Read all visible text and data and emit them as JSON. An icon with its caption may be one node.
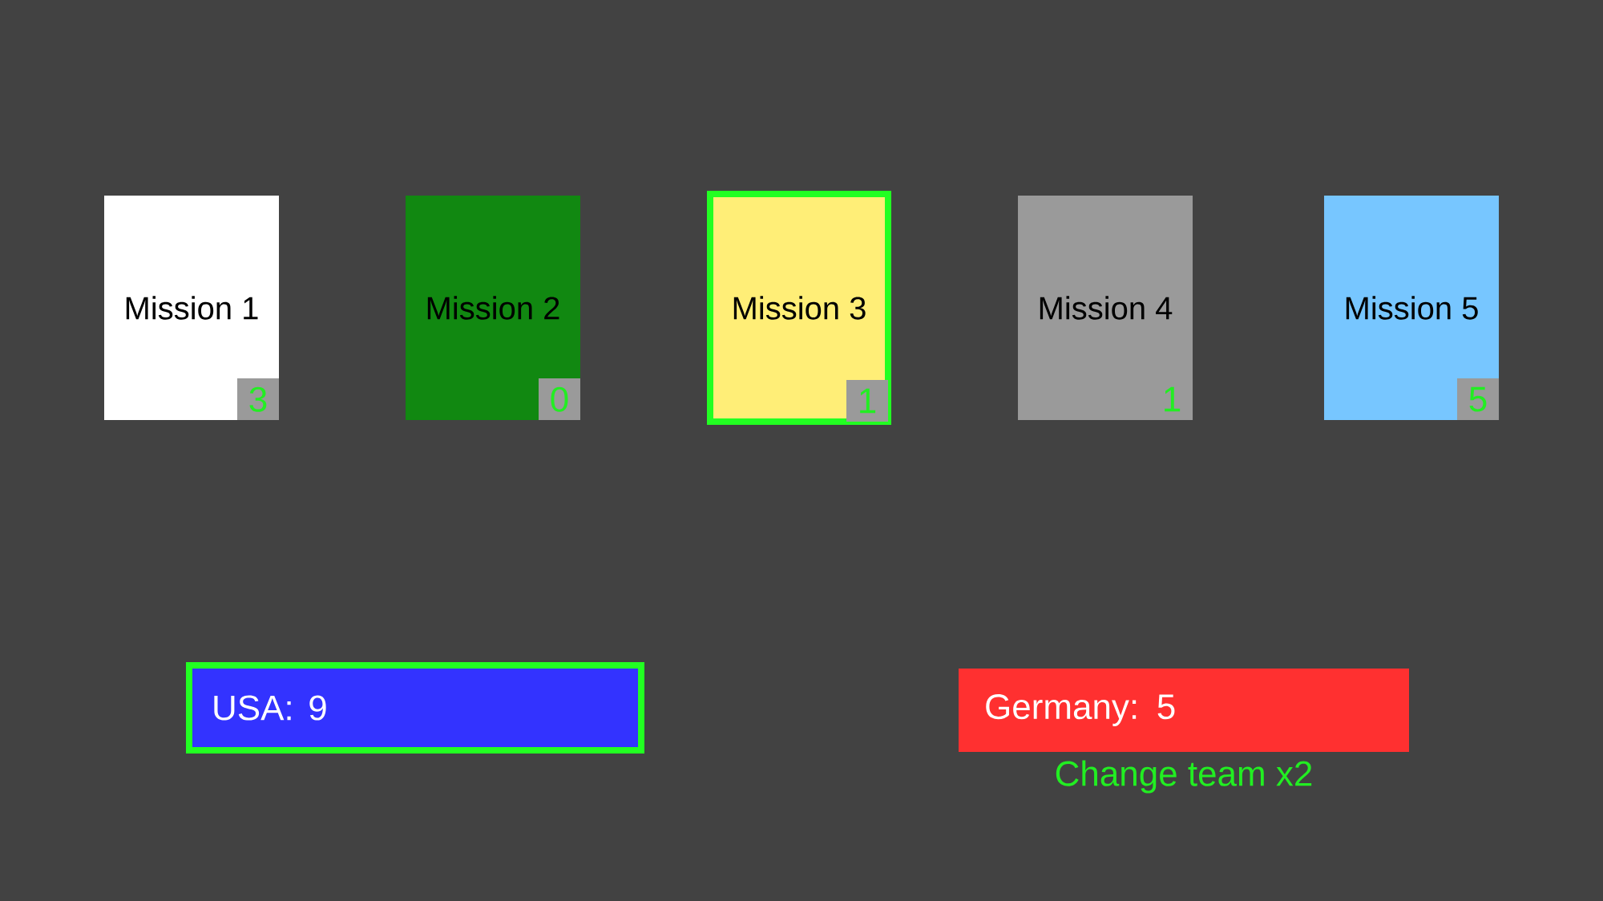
{
  "diagram": {
    "nodes": [
      {
        "text": [
          "Mission 1"
        ]
      },
      {
        "text": [
          "3"
        ],
        "in": 0
      },
      {
        "text": [
          "Mission 2"
        ]
      },
      {
        "text": [
          "0"
        ],
        "in": 2
      },
      {
        "text": [
          "Mission 3"
        ]
      },
      {
        "text": [
          "1"
        ],
        "in": 4
      },
      {
        "text": [
          "Mission 4"
        ]
      },
      {
        "text": [
          "1"
        ],
        "in": 6
      },
      {
        "text": [
          "Mission 5"
        ]
      },
      {
        "text": [
          "5"
        ],
        "in": 8
      },
      {
        "text": [
          "USA: 9"
        ]
      },
      {
        "text": [
          "Germany: 5"
        ],
        "beside": [
          "Change team x2"
        ]
      }
    ]
  }
}
